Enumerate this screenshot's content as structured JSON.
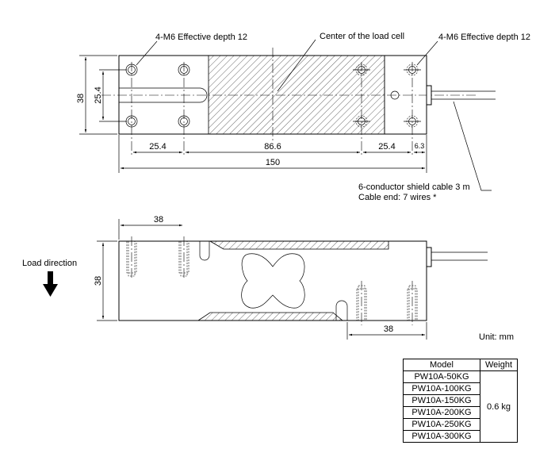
{
  "top_view": {
    "thread_label_left": "4-M6 Effective depth 12",
    "thread_label_right": "4-M6 Effective depth 12",
    "center_label": "Center of the load cell",
    "cable_label_1": "6-conductor shield cable 3 m",
    "cable_label_2": "Cable end: 7 wires *",
    "dims": {
      "height_outer": "38",
      "height_inner": "25.4",
      "left_pitch": "25.4",
      "middle": "86.6",
      "right_pitch": "25.4",
      "edge": "6.3",
      "total_length": "150"
    }
  },
  "side_view": {
    "top_dim": "38",
    "height_dim": "38",
    "bottom_dim": "38",
    "load_direction_label": "Load direction",
    "unit_label": "Unit: mm"
  },
  "table": {
    "model_header": "Model",
    "weight_header": "Weight",
    "models": [
      "PW10A-50KG",
      "PW10A-100KG",
      "PW10A-150KG",
      "PW10A-200KG",
      "PW10A-250KG",
      "PW10A-300KG"
    ],
    "weight": "0.6 kg"
  }
}
